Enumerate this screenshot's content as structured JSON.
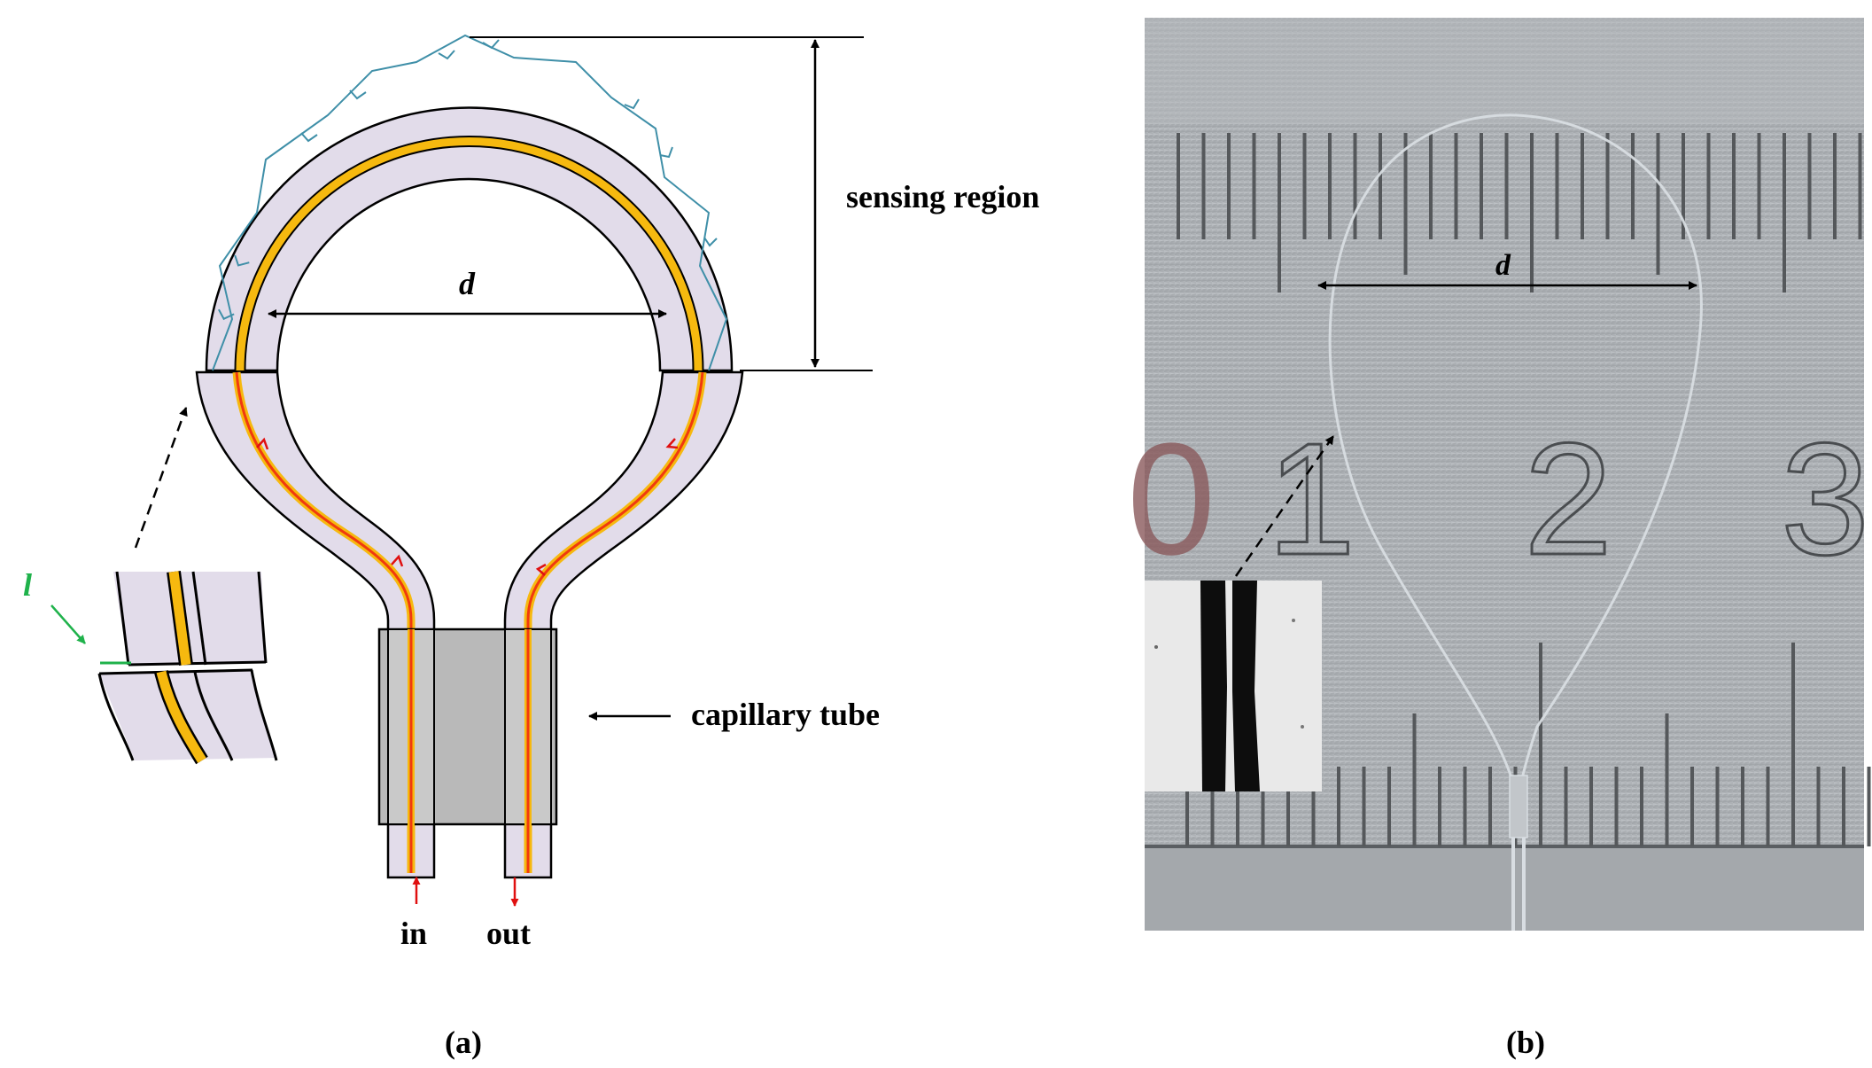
{
  "panel_a": {
    "caption": "(a)",
    "sensing_region": "sensing region",
    "capillary_tube": "capillary tube",
    "diameter": "d",
    "in": "in",
    "out": "out",
    "offset": "l"
  },
  "panel_b": {
    "caption": "(b)",
    "diameter": "d",
    "ruler_numbers": [
      "0",
      "1",
      "2",
      "3"
    ]
  },
  "colors": {
    "cladding": "#e2dcea",
    "core": "#f6b90f",
    "guided_light": "#f0390f",
    "ray_path": "#3f8fa8",
    "capillary": "#b9b9b9",
    "offset_marker": "#1fb24b",
    "ruler": "#a9adb1"
  }
}
